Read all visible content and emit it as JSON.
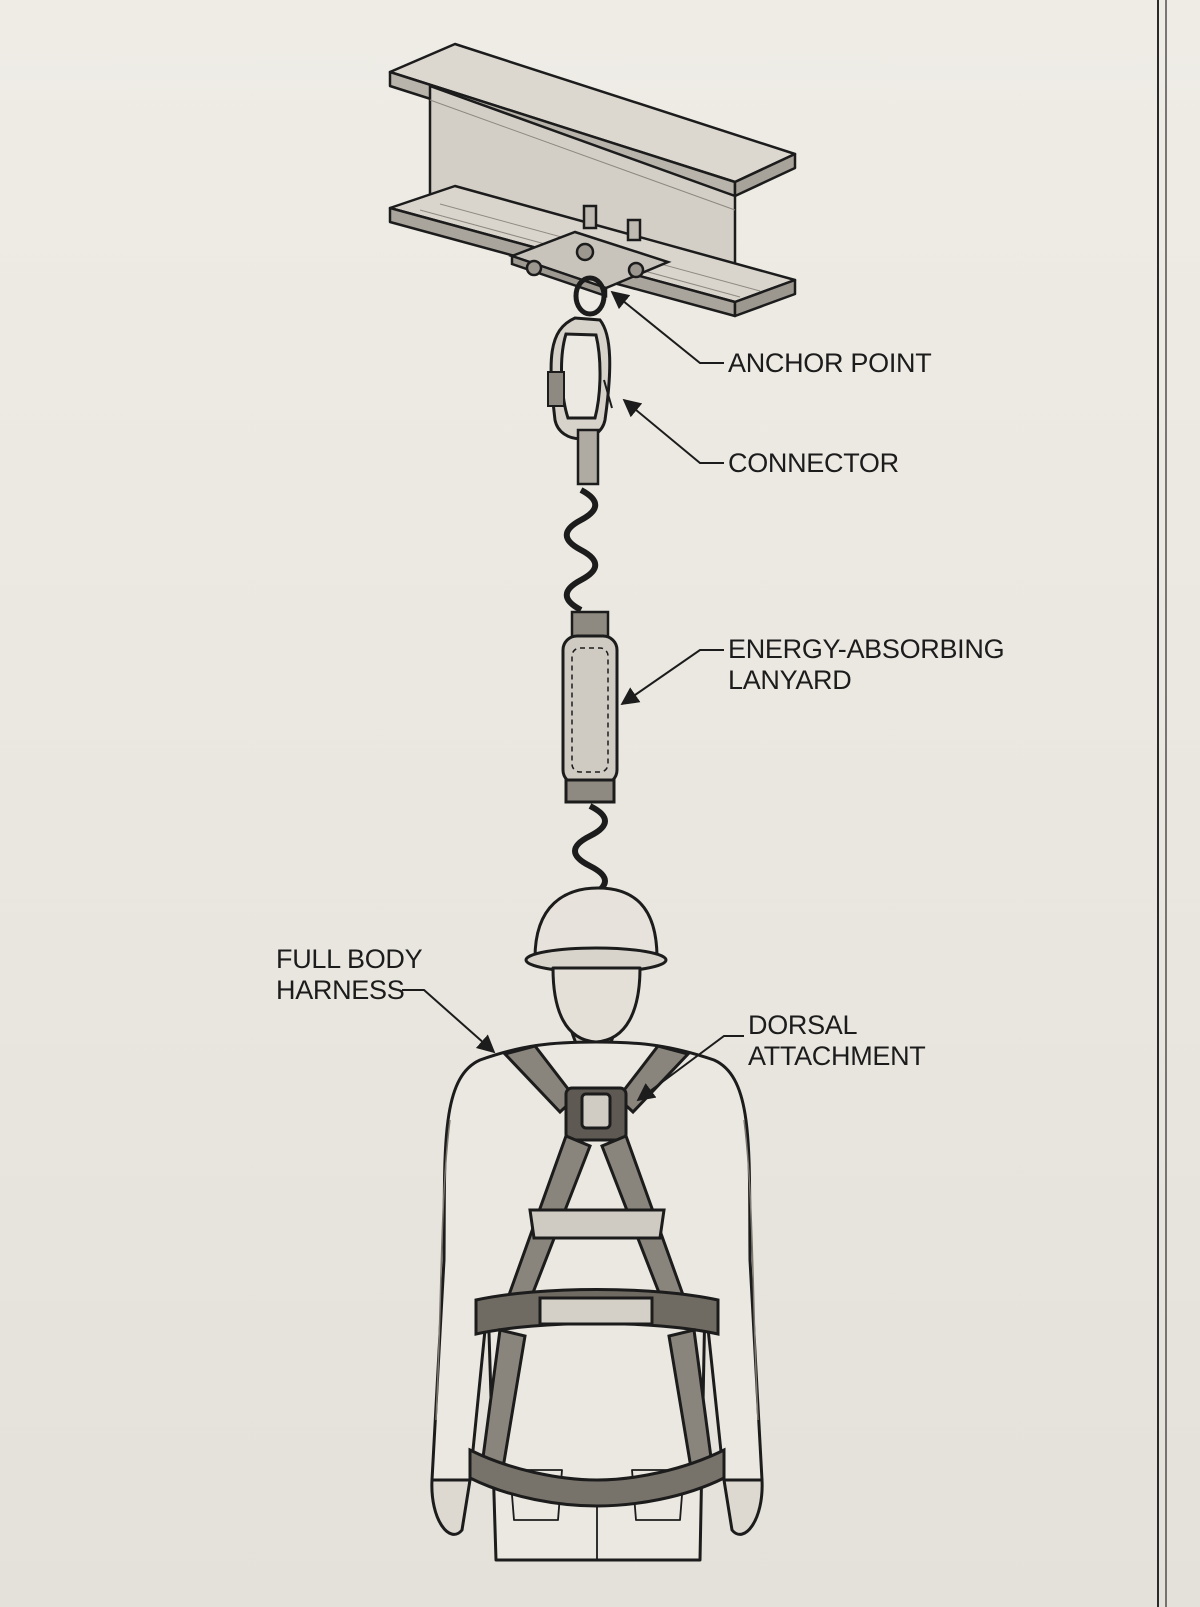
{
  "labels": {
    "anchor_point": "ANCHOR POINT",
    "connector": "CONNECTOR",
    "lanyard_line1": "ENERGY-ABSORBING",
    "lanyard_line2": "LANYARD",
    "harness_line1": "FULL BODY",
    "harness_line2": "HARNESS",
    "dorsal_line1": "DORSAL",
    "dorsal_line2": "ATTACHMENT"
  },
  "colors": {
    "ink": "#1c1c1c",
    "paper": "#ece9e2",
    "steel": "#cfcbc3",
    "shade": "#9c978f"
  }
}
